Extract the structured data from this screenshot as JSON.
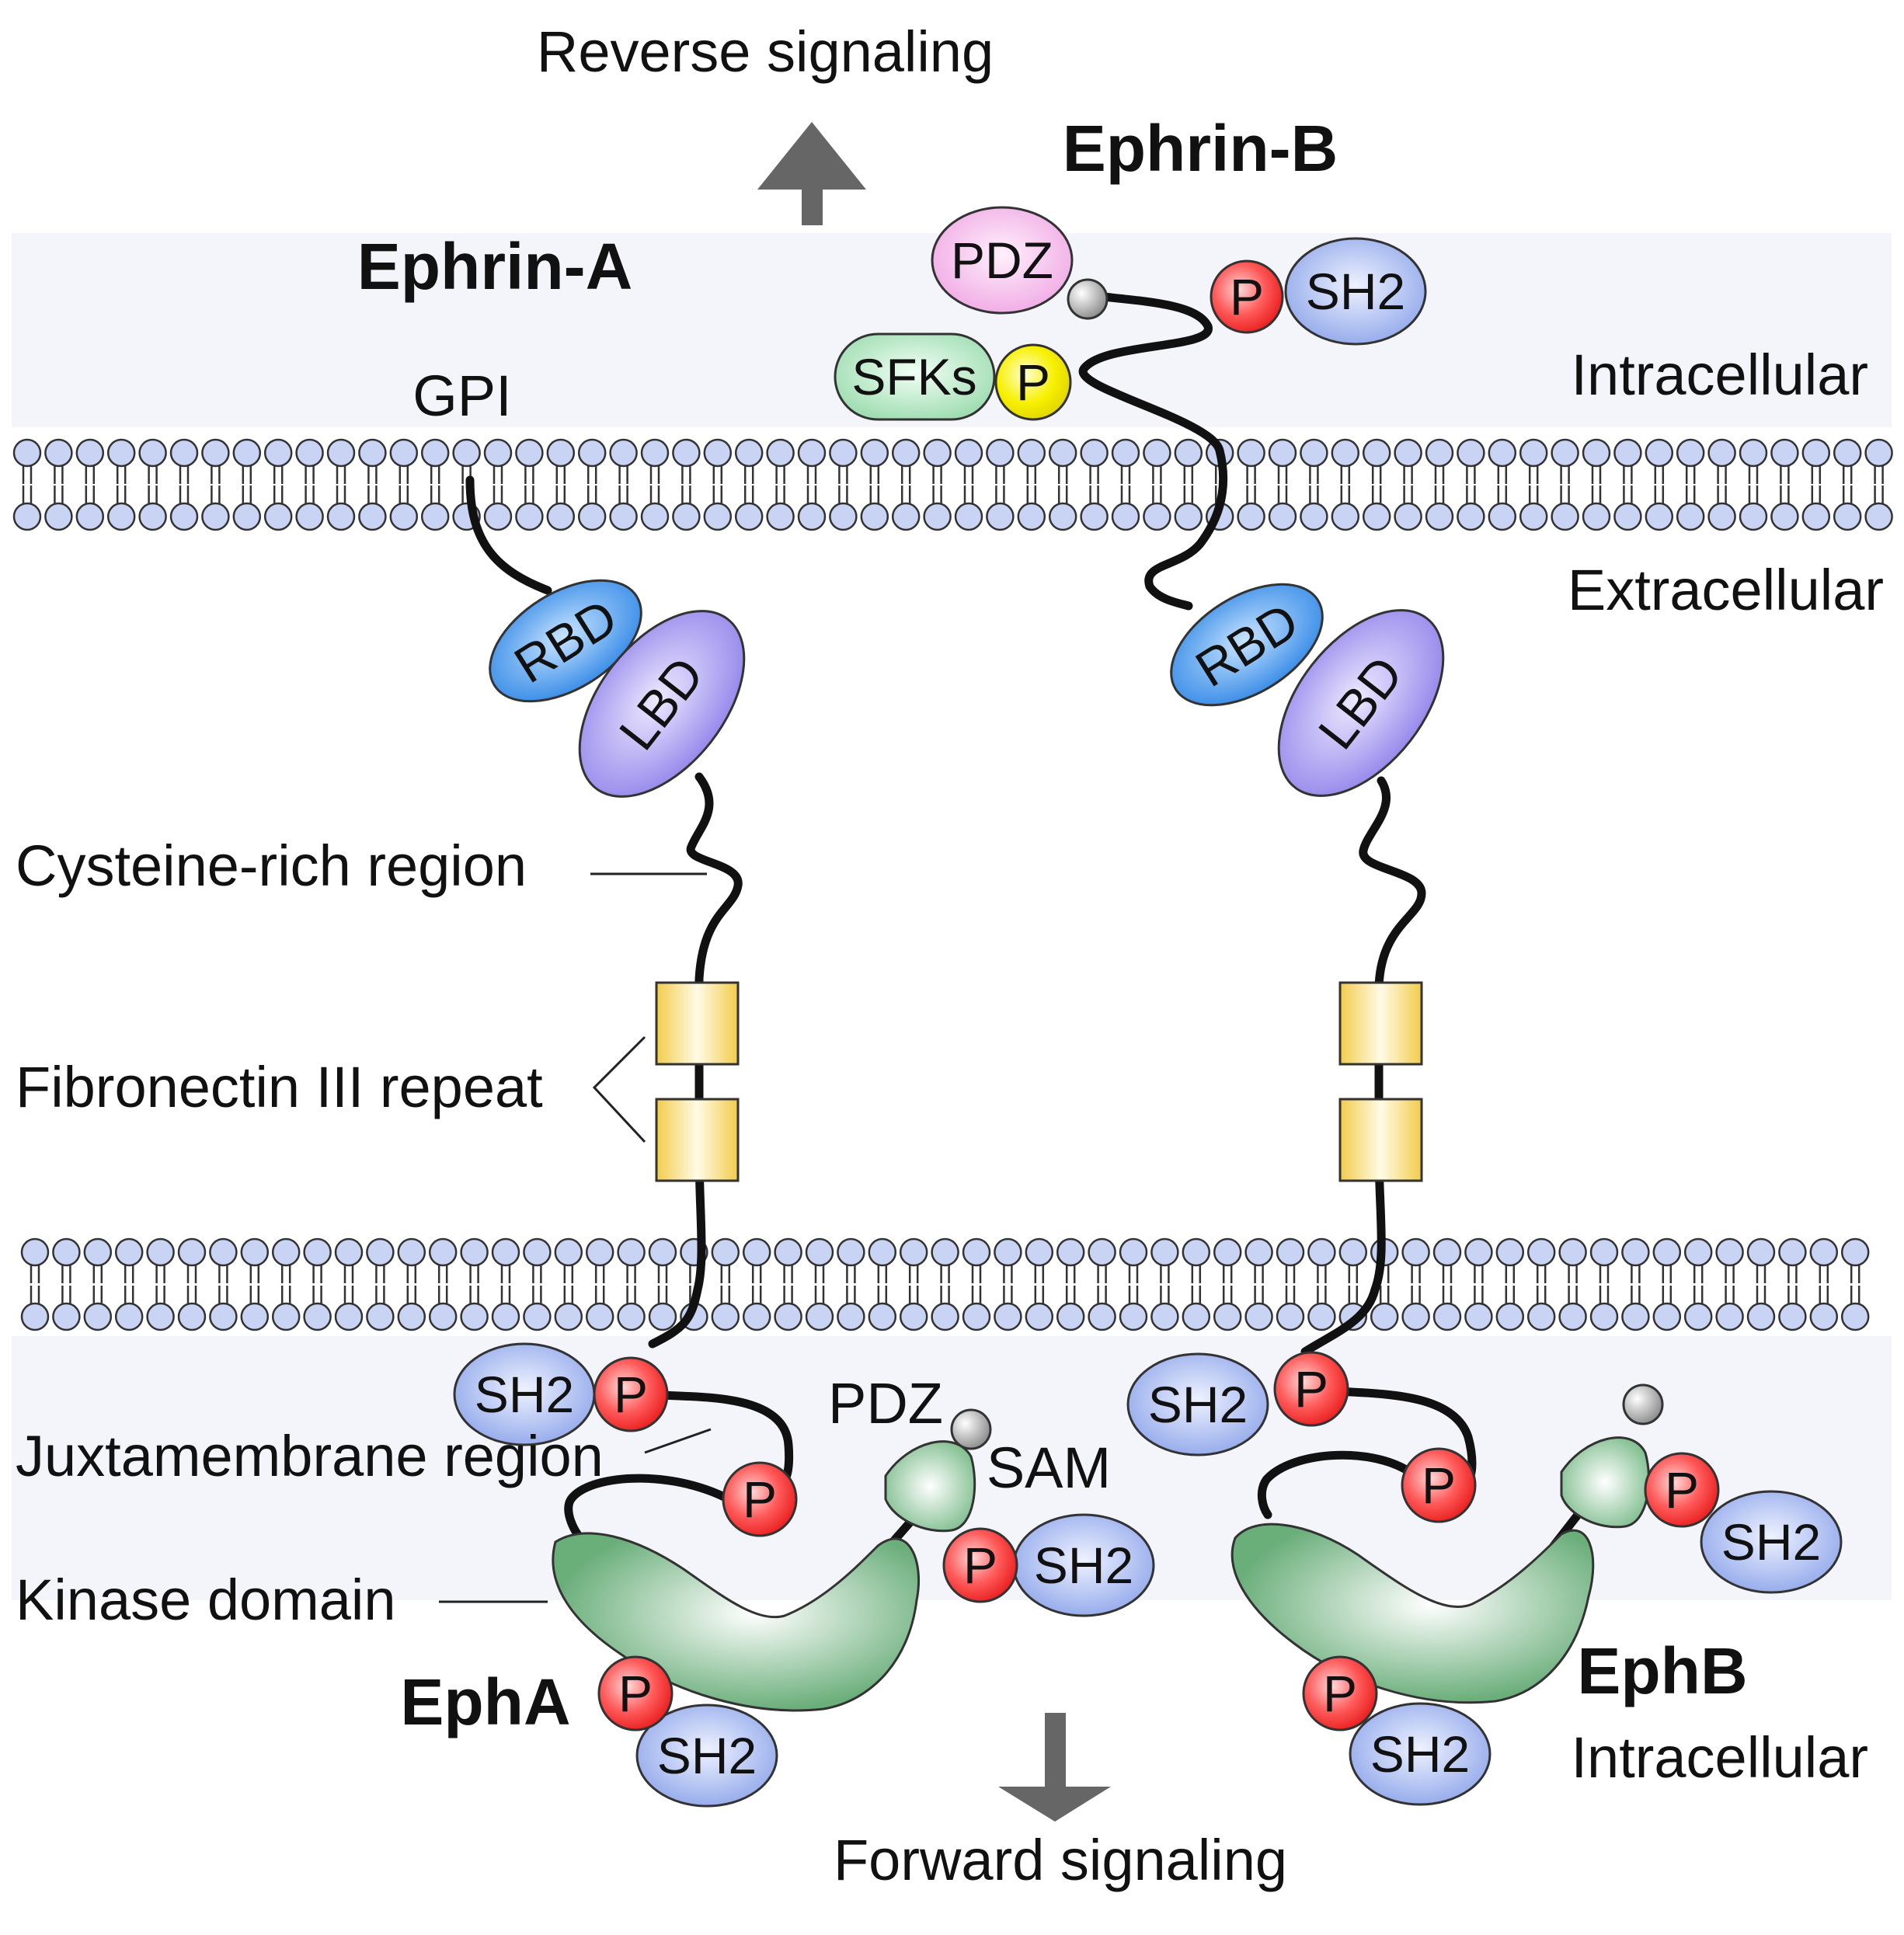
{
  "labels": {
    "reverse_signaling": "Reverse signaling",
    "forward_signaling": "Forward signaling",
    "ephrin_a": "Ephrin-A",
    "ephrin_b": "Ephrin-B",
    "gpi": "GPI",
    "intracellular_top": "Intracellular",
    "extracellular": "Extracellular",
    "intracellular_bottom": "Intracellular",
    "cysteine_rich_region": "Cysteine-rich region",
    "fibronectin_iii_repeat": "Fibronectin III repeat",
    "juxtamembrane_region": "Juxtamembrane region",
    "kinase_domain": "Kinase domain",
    "epha": "EphA",
    "ephb": "EphB",
    "sam": "SAM",
    "pdz_epha": "PDZ"
  },
  "domains": {
    "pdz": "PDZ",
    "sh2": "SH2",
    "sfks": "SFKs",
    "phospho": "P",
    "rbd": "RBD",
    "lbd": "LBD"
  },
  "colors": {
    "phospho_red": "#ff3b3b",
    "phospho_yellow": "#f7f000",
    "sh2_blue": "#a9bdf2",
    "rbd_blue": "#4a9bef",
    "lbd_purple": "#a89ef0",
    "pdz_pink": "#f8c8f0",
    "sfks_green": "#bfeccc",
    "kinase_green": "#6fb780",
    "fibronectin_yellow": "#f5d76e",
    "membrane_lipid": "#c9d4f5",
    "cytoplasm_tint": "#f4f6fb",
    "arrow_gray": "#666666"
  },
  "icons": {
    "membrane": "lipid-bilayer-icon",
    "reverse_arrow": "arrow-up-icon",
    "forward_arrow": "arrow-down-icon"
  }
}
